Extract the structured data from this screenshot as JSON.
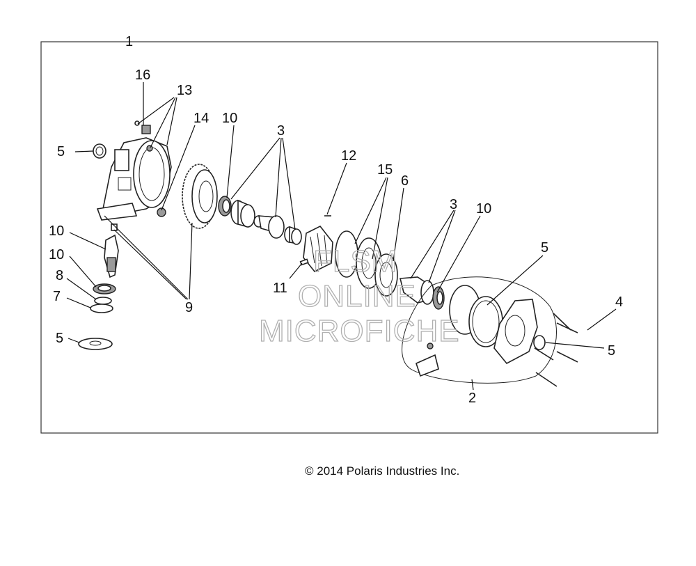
{
  "diagram": {
    "callouts": [
      "1",
      "2",
      "3",
      "3",
      "4",
      "5",
      "5",
      "5",
      "5",
      "6",
      "7",
      "8",
      "9",
      "10",
      "10",
      "10",
      "10",
      "11",
      "12",
      "13",
      "14",
      "15",
      "16"
    ],
    "watermark": [
      "FLSM",
      "ONLINE",
      "MICROFICHE"
    ]
  },
  "footer": {
    "copyright": "© 2014 Polaris Industries Inc."
  }
}
